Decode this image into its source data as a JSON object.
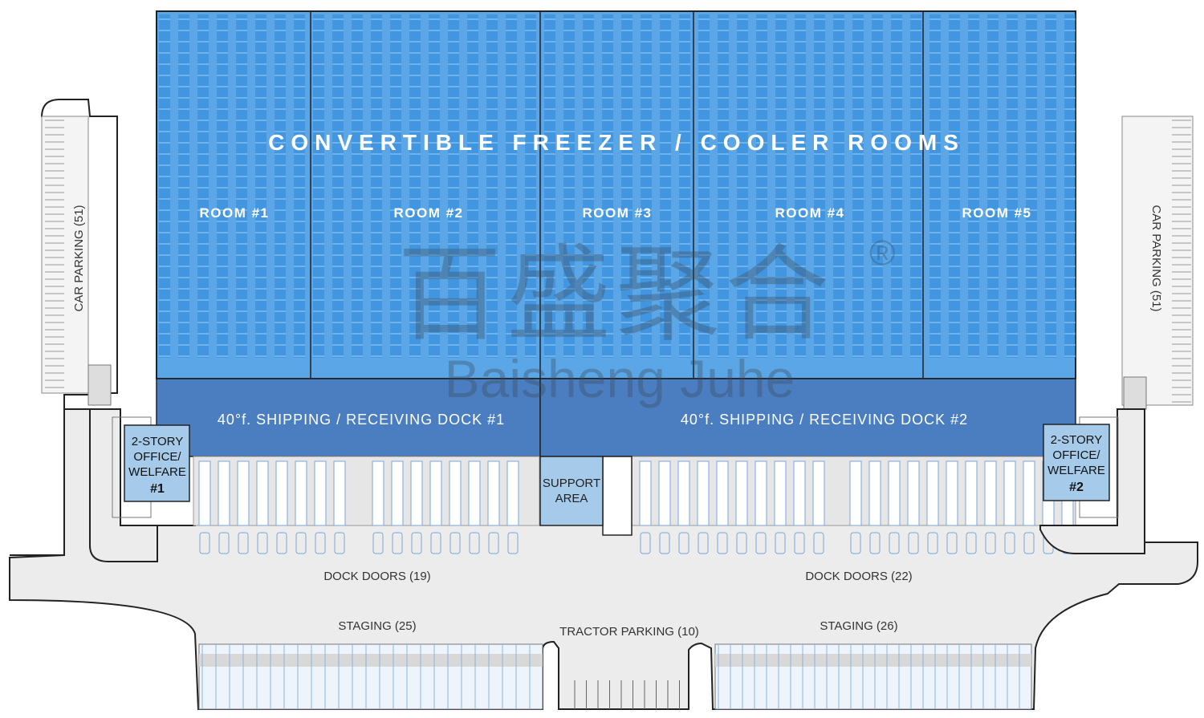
{
  "title": "CONVERTIBLE FREEZER / COOLER ROOMS",
  "rooms": [
    "ROOM #1",
    "ROOM #2",
    "ROOM #3",
    "ROOM #4",
    "ROOM #5"
  ],
  "docks": {
    "dock1": "40°f. SHIPPING / RECEIVING DOCK #1",
    "dock2": "40°f. SHIPPING / RECEIVING DOCK #2"
  },
  "offices": {
    "office1": [
      "2-STORY",
      "OFFICE/",
      "WELFARE",
      "#1"
    ],
    "office2": [
      "2-STORY",
      "OFFICE/",
      "WELFARE",
      "#2"
    ]
  },
  "support_area": [
    "SUPPORT",
    "AREA"
  ],
  "car_parking_left": "CAR PARKING (51)",
  "car_parking_right": "CAR PARKING (51)",
  "dock_doors_left": "DOCK DOORS (19)",
  "dock_doors_right": "DOCK DOORS (22)",
  "staging_left": "STAGING (25)",
  "staging_right": "STAGING (26)",
  "tractor_parking": "TRACTOR PARKING (10)",
  "watermark": {
    "chinese": "百盛聚合",
    "latin": "Baisheng Juhe",
    "mark": "®"
  },
  "colors": {
    "freezer": "#5aa6e6",
    "freezer_dark": "#2f86d9",
    "dock": "#4a7ec0",
    "office": "#a6cbea",
    "yard": "#ececec",
    "outline": "#222222"
  }
}
